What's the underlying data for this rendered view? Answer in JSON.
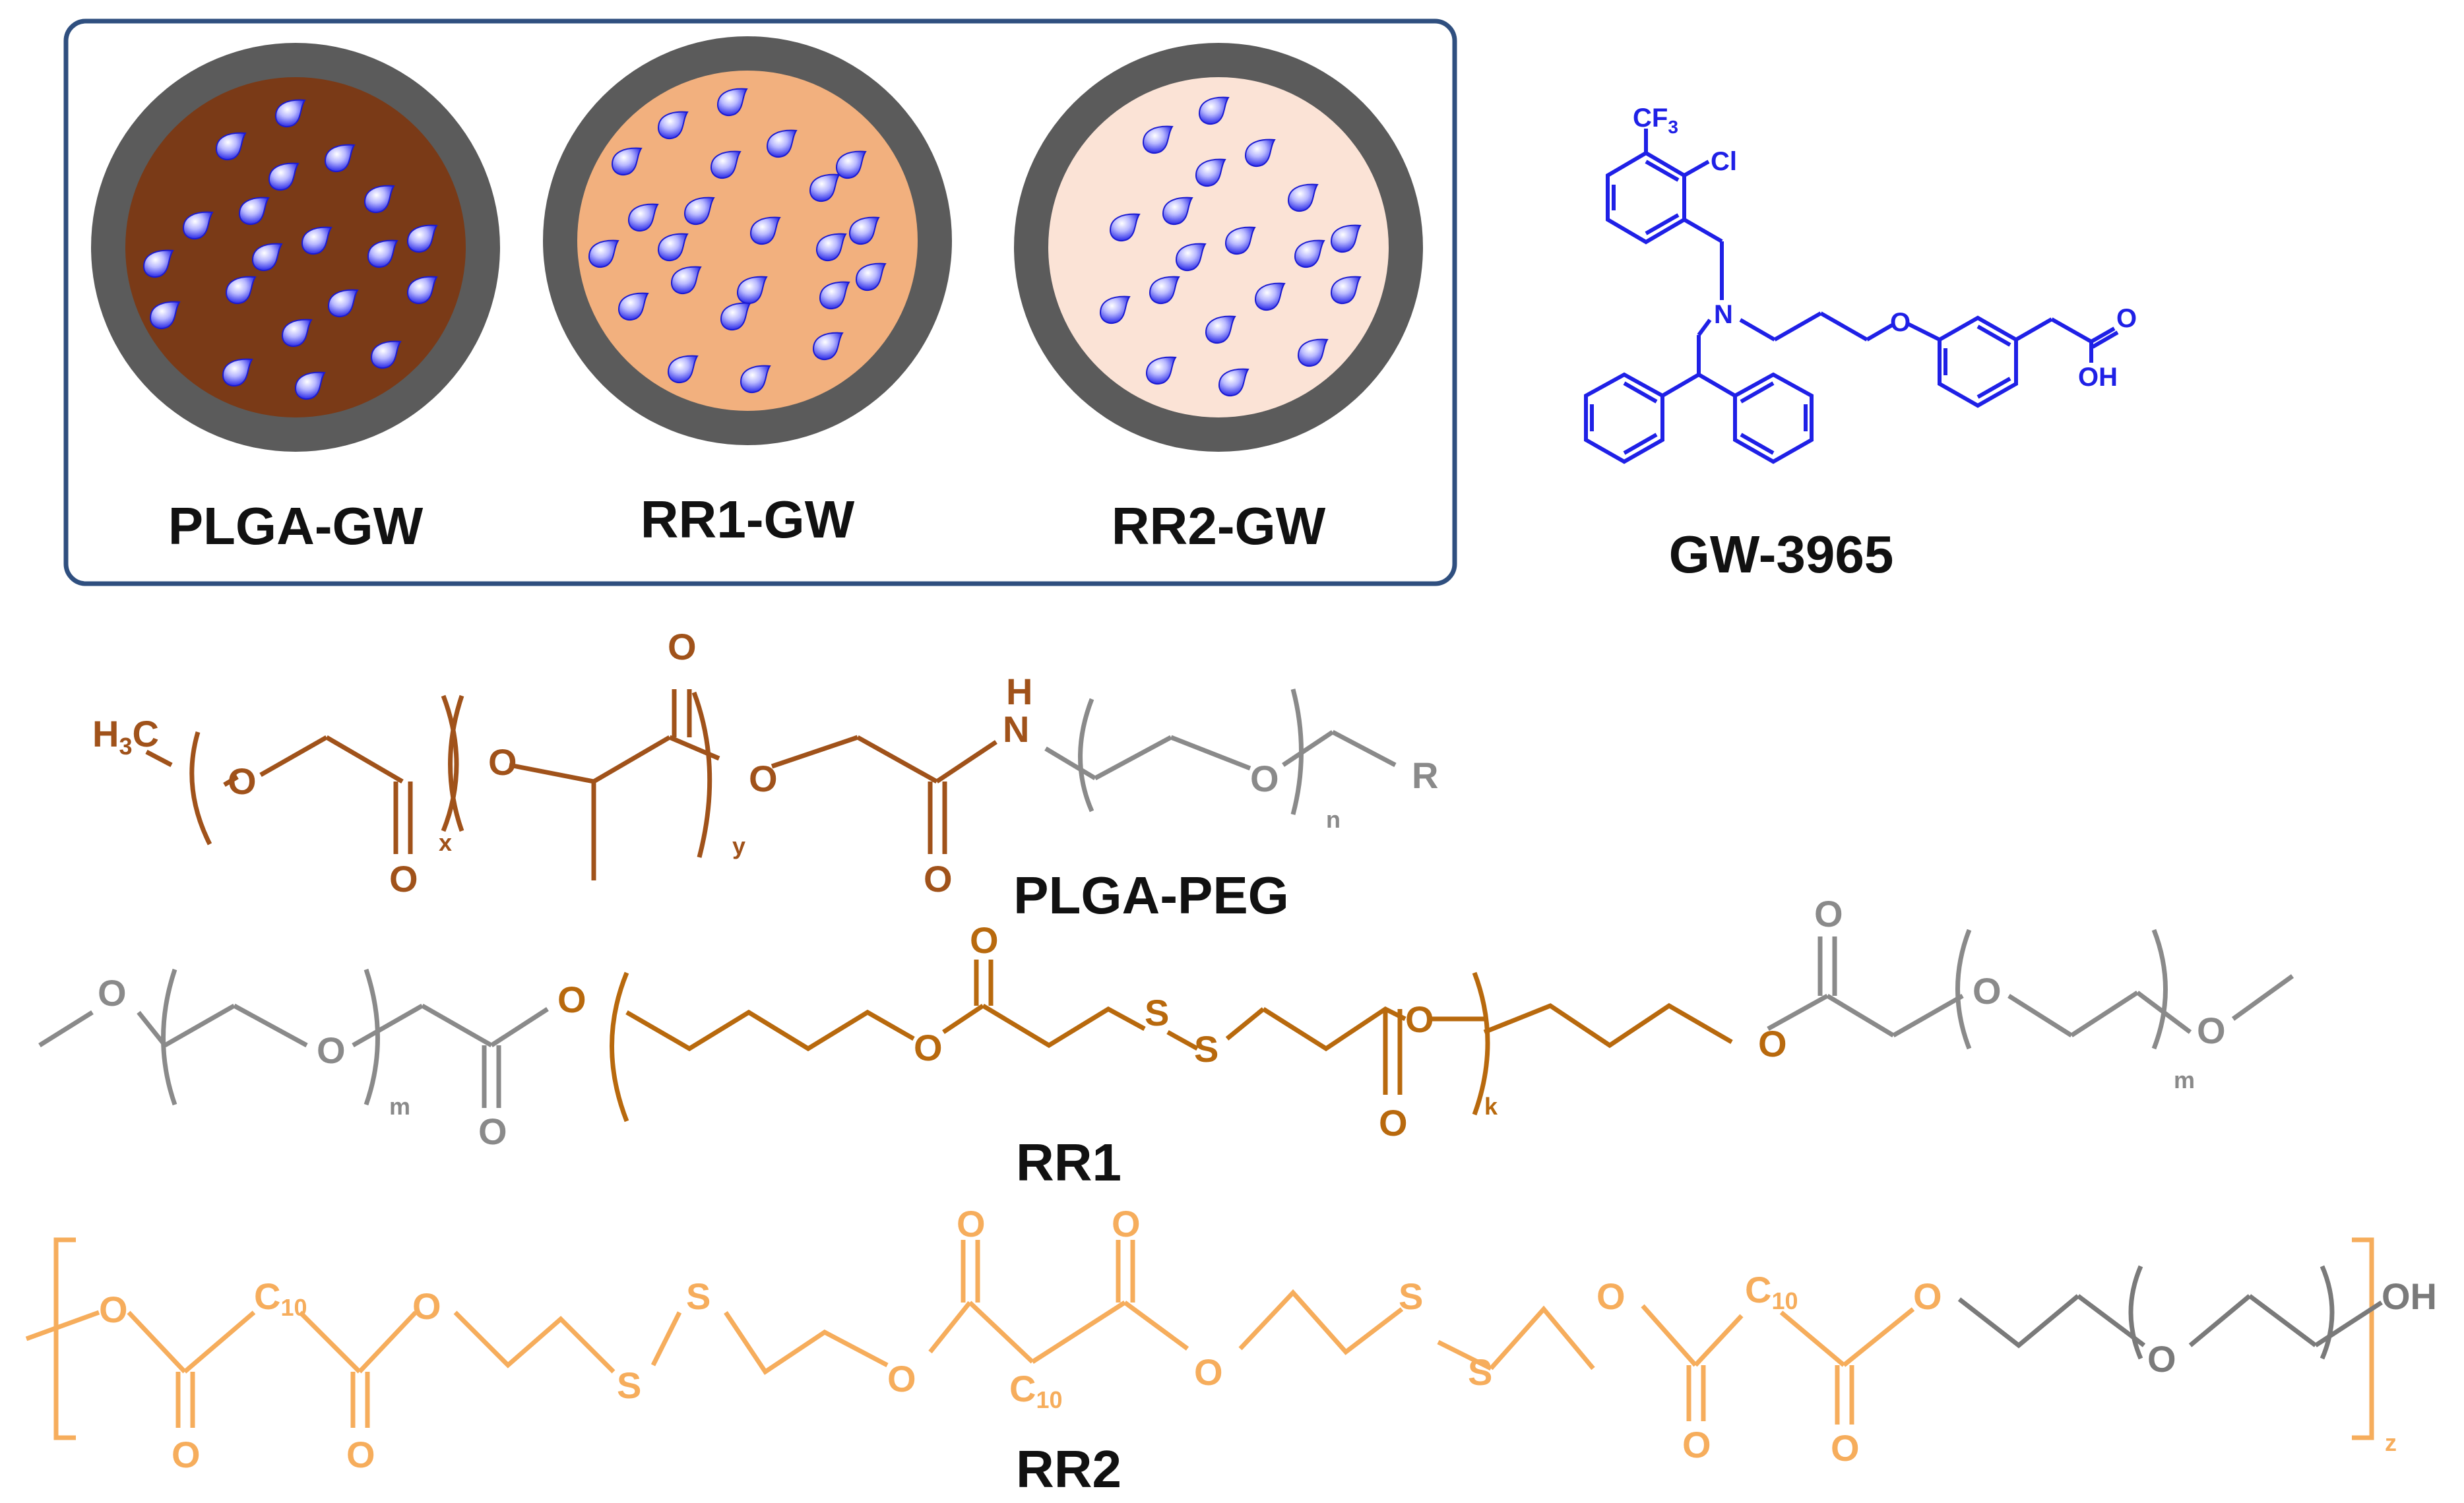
{
  "panel": {
    "particles": [
      {
        "label": "PLGA-GW",
        "core_color": "#7a3a17"
      },
      {
        "label": "RR1-GW",
        "core_color": "#f2b07e"
      },
      {
        "label": "RR2-GW",
        "core_color": "#fbe3d6"
      }
    ],
    "shell_color": "#5b5b5b",
    "drug_color": "#3d3df2",
    "border_color": "#2f4f7f"
  },
  "gw3965": {
    "name": "GW-3965",
    "atoms": {
      "cf3": "CF",
      "cf3_sub": "3",
      "cl": "Cl",
      "n": "N",
      "o": "O",
      "carbonyl_o": "O",
      "oh": "OH"
    },
    "color": "#1f20e6"
  },
  "plga_peg": {
    "name": "PLGA-PEG",
    "atoms": {
      "h3c": "H",
      "h3c_sub": "3",
      "h3c_c": "C",
      "o": "O",
      "nh_h": "H",
      "nh_n": "N",
      "r": "R"
    },
    "indices": {
      "x": "x",
      "y": "y",
      "n": "n"
    },
    "colors": {
      "plga": "#a0521a",
      "peg": "#8a8a8a"
    }
  },
  "rr1": {
    "name": "RR1",
    "atoms": {
      "o": "O",
      "s": "S"
    },
    "indices": {
      "m": "m",
      "k": "k"
    },
    "colors": {
      "core": "#b8690d",
      "peg": "#8a8a8a"
    }
  },
  "rr2": {
    "name": "RR2",
    "atoms": {
      "o": "O",
      "s": "S",
      "c": "C",
      "c_sub": "10",
      "oh": "OH"
    },
    "indices": {
      "z": "z"
    },
    "colors": {
      "core": "#f6ad5c",
      "peg": "#7a7a7a"
    }
  }
}
